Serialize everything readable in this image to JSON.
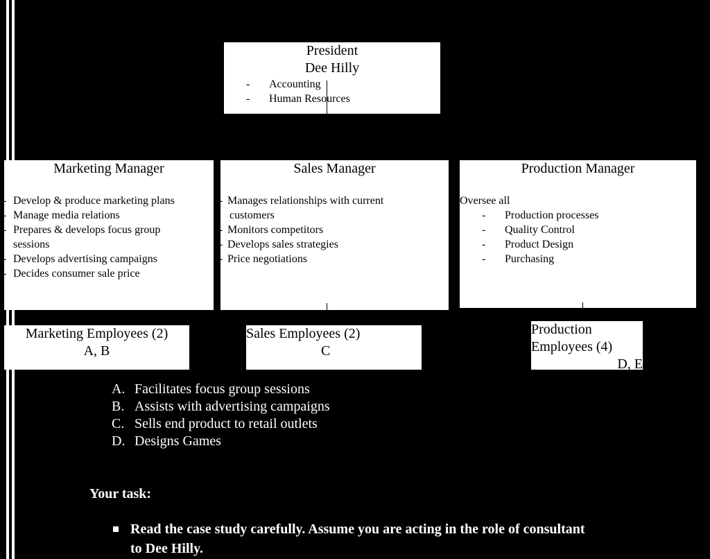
{
  "president": {
    "title": "President",
    "name": "Dee Hilly",
    "duties": [
      "Accounting",
      "Human Resources"
    ]
  },
  "marketing_manager": {
    "title": "Marketing Manager",
    "duties": [
      "Develop & produce marketing plans",
      "Manage media relations",
      "Prepares & develops focus group",
      "sessions",
      "Develops advertising campaigns",
      "Decides consumer sale price"
    ]
  },
  "sales_manager": {
    "title": "Sales Manager",
    "duties": [
      "Manages relationships with current",
      "customers",
      "Monitors competitors",
      "Develops sales strategies",
      "Price negotiations"
    ]
  },
  "production_manager": {
    "title": "Production Manager",
    "intro": "Oversee all",
    "duties": [
      "Production processes",
      "Quality Control",
      "Product Design",
      "Purchasing"
    ]
  },
  "marketing_employees": {
    "title": "Marketing Employees (2)",
    "roles": "A, B"
  },
  "sales_employees": {
    "title": "Sales Employees (2)",
    "roles": "C"
  },
  "production_employees": {
    "title_line1": "Production",
    "title_line2": "Employees (4)",
    "roles": "D, E"
  },
  "role_key": [
    {
      "letter": "A.",
      "text": "Facilitates focus group sessions"
    },
    {
      "letter": "B.",
      "text": "Assists with advertising campaigns"
    },
    {
      "letter": "C.",
      "text": "Sells end product to retail outlets"
    },
    {
      "letter": "D.",
      "text": "Designs Games"
    }
  ],
  "task": {
    "heading": "Your task:",
    "item_line1": "Read the case study carefully.  Assume you are acting in the role of consultant",
    "item_line2": "to Dee Hilly."
  },
  "dash": "-"
}
